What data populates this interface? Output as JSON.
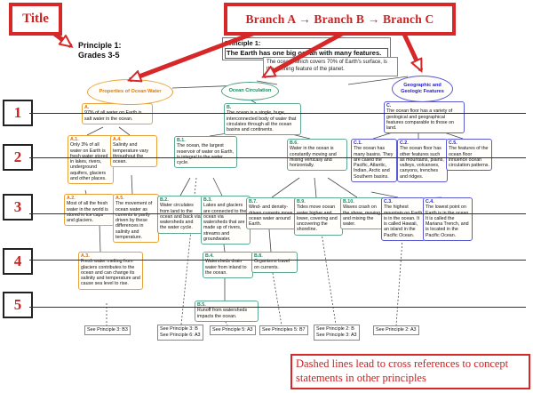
{
  "annotations": {
    "title_callout": "Title",
    "branch_callout": "Branch A → Branch B → Branch C",
    "note": "Dashed lines lead to cross references to concept statements in other principles"
  },
  "header": {
    "grade_line1": "Principle 1:",
    "grade_line2": "Grades 3-5",
    "principle_label": "Principle 1:",
    "principle_statement": "The Earth has one big ocean with many features.",
    "principle_description": "The ocean, which covers 70% of Earth's surface, is the defining feature of the planet."
  },
  "branches": {
    "A": {
      "name": "Properties of Ocean Water",
      "color": "#e07b00"
    },
    "B": {
      "name": "Ocean Circulation",
      "color": "#168a68"
    },
    "C": {
      "name": "Geographic and Geologic Features",
      "color": "#2222cc"
    }
  },
  "row_labels": {
    "r1": "1",
    "r2": "2",
    "r3": "3",
    "r4": "4",
    "r5": "5"
  },
  "concepts": {
    "A": {
      "label": "A.",
      "text": "97% of all water on Earth is salt water in the ocean."
    },
    "B": {
      "label": "B.",
      "text": "The ocean is a single, huge, interconnected body of water that circulates through all the ocean basins and continents."
    },
    "C": {
      "label": "C.",
      "text": "The ocean floor has a variety of geological and geographical features comparable to those on land."
    },
    "A1": {
      "label": "A.1.",
      "text": "Only 3% of all water on Earth is fresh water stored in lakes, rivers, underground aquifers, glaciers and other places."
    },
    "A4": {
      "label": "A.4.",
      "text": "Salinity and temperature vary throughout the ocean."
    },
    "B1": {
      "label": "B.1.",
      "text": "The ocean, the largest reservoir of water on Earth, is integral to the water cycle."
    },
    "B6": {
      "label": "B.6.",
      "text": "Water in the ocean is constantly moving and mixing vertically and horizontally."
    },
    "C1": {
      "label": "C.1.",
      "text": "The ocean has many basins. They are called the Pacific, Atlantic, Indian, Arctic and Southern basins."
    },
    "C2": {
      "label": "C.2.",
      "text": "The ocean floor has other features such as mountains, plains, valleys, volcanoes, canyons, trenches and ridges."
    },
    "C5": {
      "label": "C.5.",
      "text": "The features of the ocean floor influence ocean circulation patterns."
    },
    "A2": {
      "label": "A.2.",
      "text": "Most of all the fresh water in the world is stored in ice caps and glaciers."
    },
    "A5": {
      "label": "A.5.",
      "text": "The movement of ocean water as currents is partly driven by these differences in salinity and temperature."
    },
    "B2": {
      "label": "B.2.",
      "text": "Water circulates from land to the ocean and back via watersheds and the water cycle."
    },
    "B3": {
      "label": "B.3.",
      "text": "Lakes and glaciers are connected to the ocean via watersheds that are made up of rivers, streams and groundwater."
    },
    "B7": {
      "label": "B.7.",
      "text": "Wind- and density-driven currents move ocean water around Earth."
    },
    "B9": {
      "label": "B.9.",
      "text": "Tides move ocean water higher and lower, covering and uncovering the shoreline."
    },
    "B10": {
      "label": "B.10.",
      "text": "Waves crash on the shore, moving and mixing the water."
    },
    "C3": {
      "label": "C.3.",
      "text": "The highest mountain on Earth is in the ocean. It is called Hawaii, an island in the Pacific Ocean."
    },
    "C4": {
      "label": "C.4.",
      "text": "The lowest point on Earth is in the ocean. It is called the Mariana Trench, and is located in the Pacific Ocean."
    },
    "A3": {
      "label": "A.3.",
      "text": "Fresh water melting from glaciers contributes to the ocean and can change its salinity and temperature and cause sea level to rise."
    },
    "B4": {
      "label": "B.4.",
      "text": "Watersheds drain water from inland to the ocean."
    },
    "B8": {
      "label": "B.8.",
      "text": "Organisms travel on currents."
    },
    "B5": {
      "label": "B.5.",
      "text": "Runoff from watersheds impacts the ocean."
    }
  },
  "cross_references": {
    "ref1": {
      "line1": "See Principle 3: B3"
    },
    "ref2": {
      "line1": "See Principle 3: B",
      "line2": "See Principle 6: A3"
    },
    "ref3": {
      "line1": "See Principle 5: A3"
    },
    "ref4": {
      "line1": "See Principles 5: B7"
    },
    "ref5": {
      "line1": "See Principle 2: B",
      "line2": "See Principle 3: A3"
    },
    "ref6": {
      "line1": "See Principle 2: A3"
    }
  }
}
